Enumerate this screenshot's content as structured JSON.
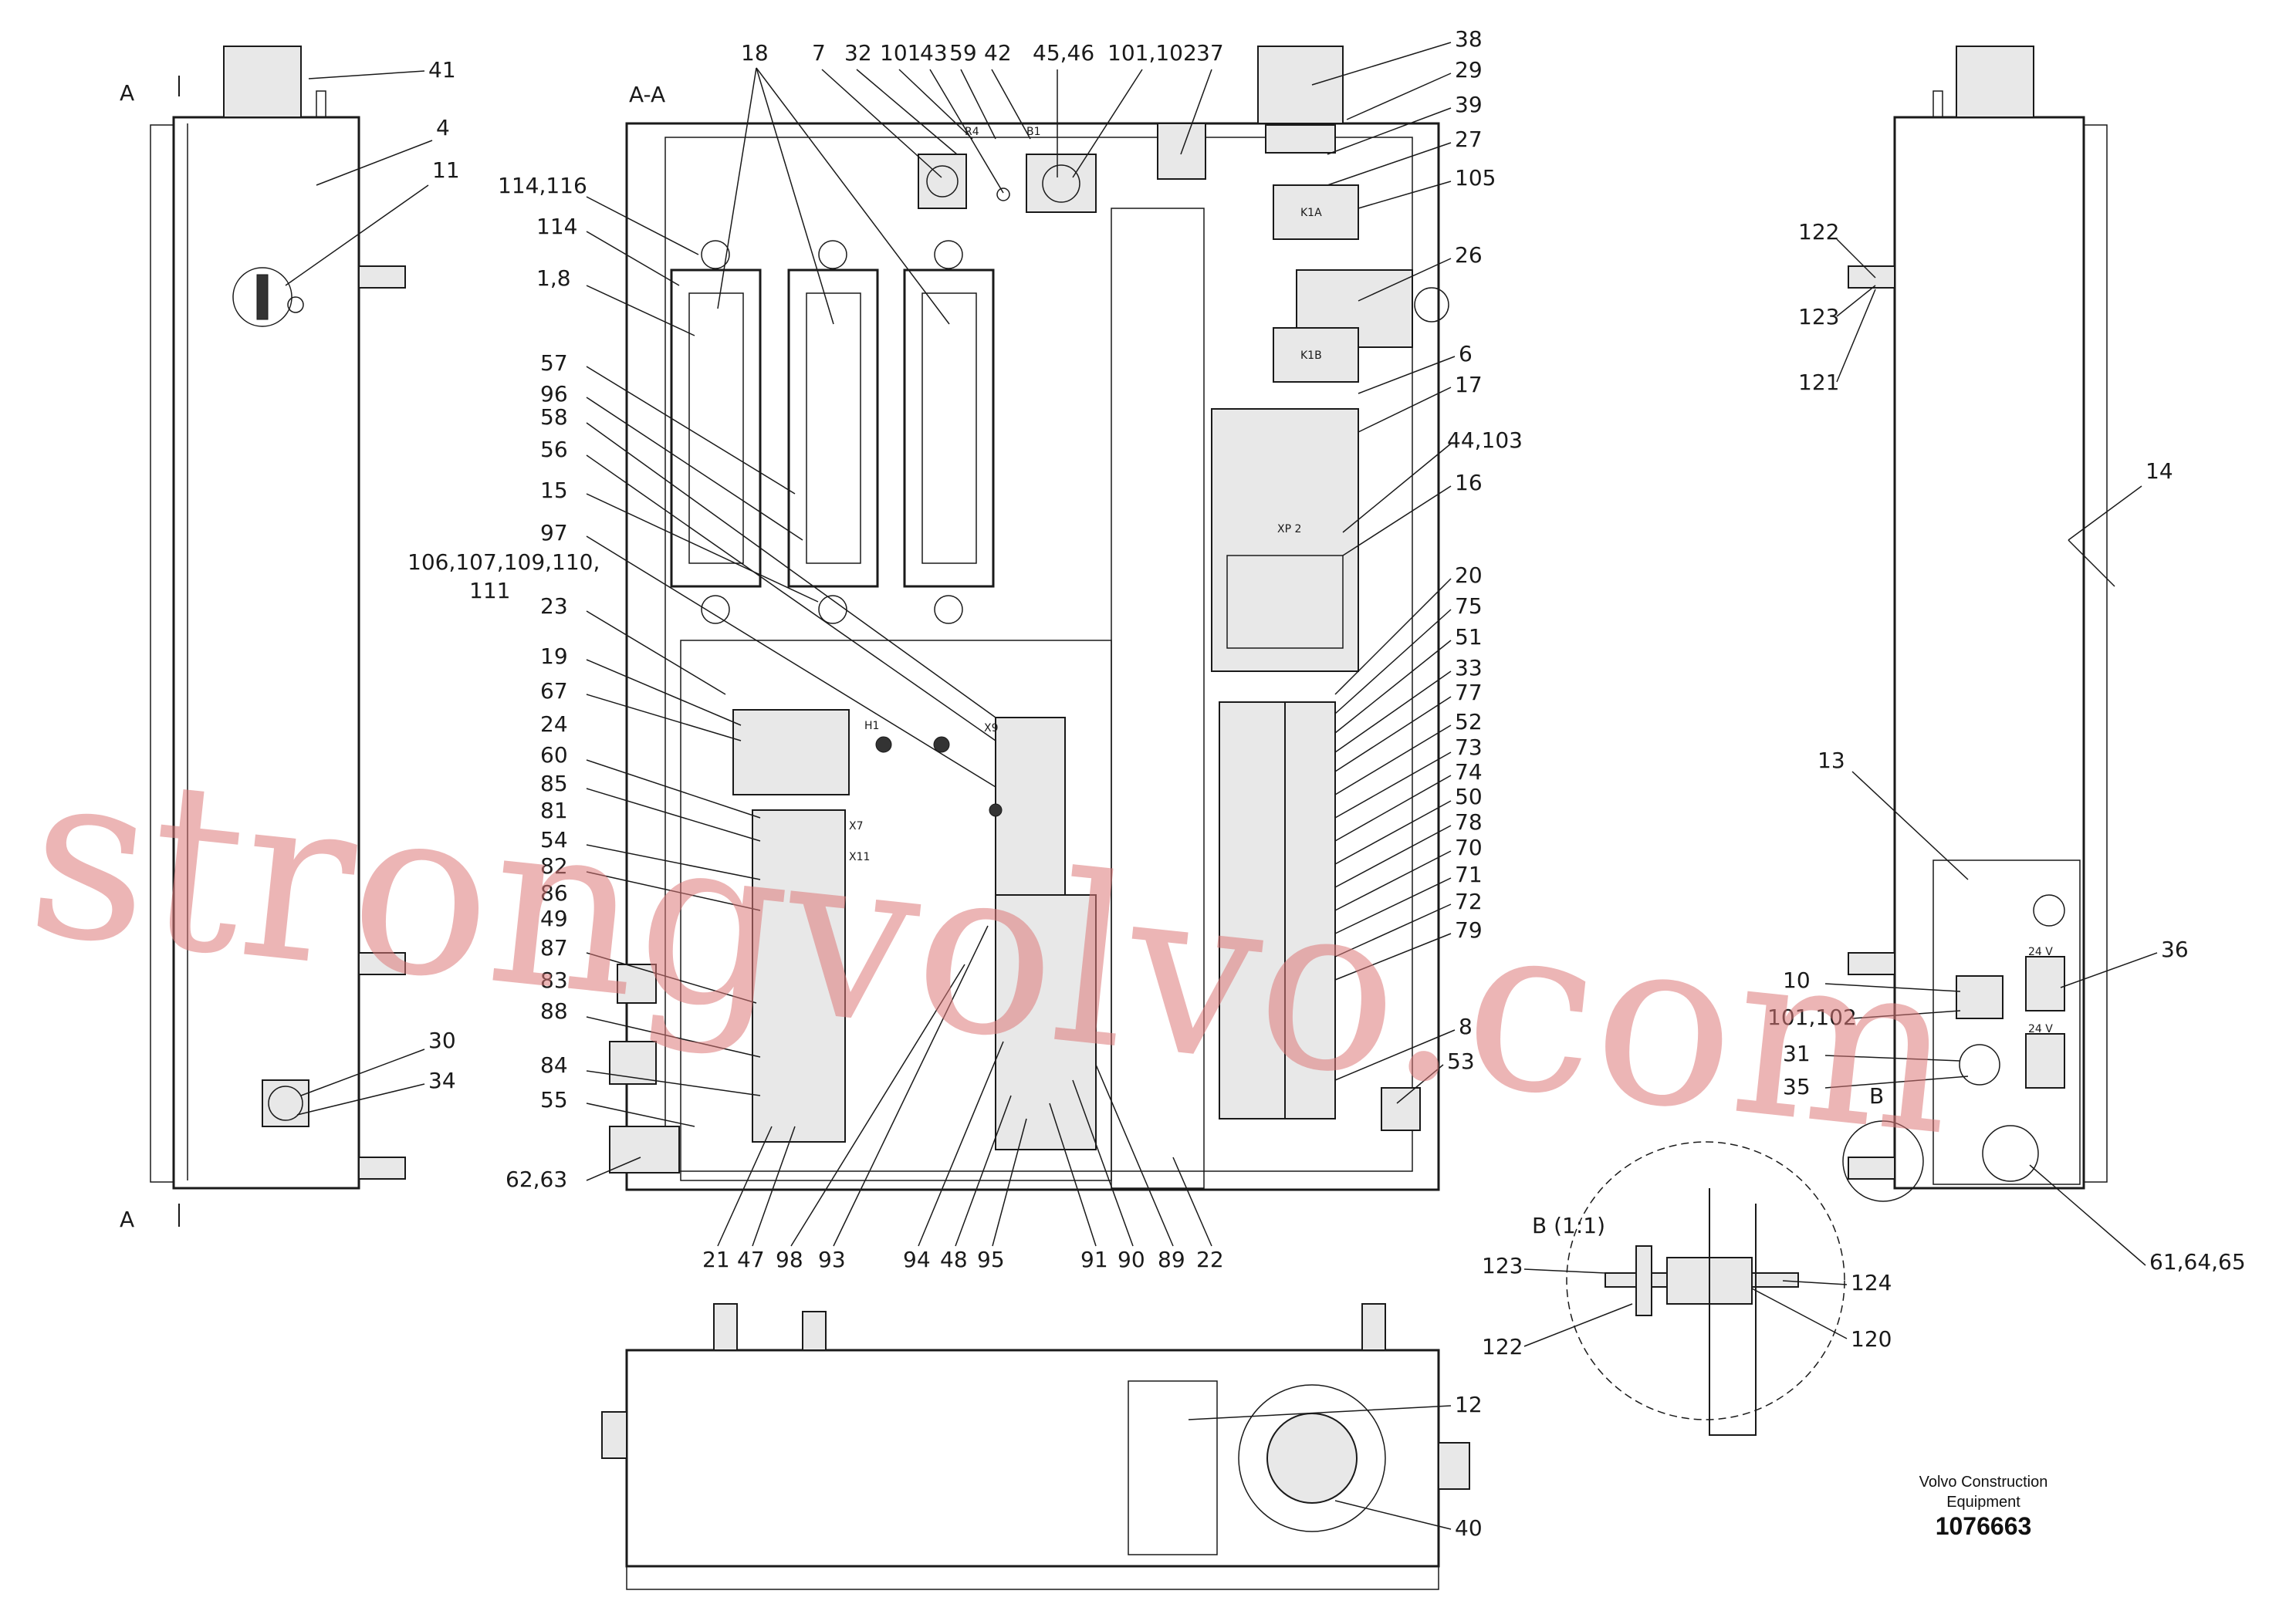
{
  "watermark": "strongvolvo.com",
  "footer": {
    "brand_line1": "Volvo Construction",
    "brand_line2": "Equipment",
    "part_number": "1076663"
  },
  "view_labels": {
    "section_a_top": "A",
    "section_a_bottom": "A",
    "section_aa": "A-A",
    "detail_b": "B",
    "detail_b_scale": "B (1:1)"
  },
  "callouts": {
    "left": [
      "41",
      "4",
      "11",
      "30",
      "34"
    ],
    "main_left": [
      "114,116",
      "114",
      "1,8",
      "57",
      "96",
      "58",
      "56",
      "15",
      "97",
      "106,107,109,110,",
      "111",
      "23",
      "19",
      "67",
      "24",
      "60",
      "85",
      "81",
      "54",
      "82",
      "86",
      "49",
      "87",
      "83",
      "88",
      "84",
      "55",
      "62,63"
    ],
    "main_top": [
      "18",
      "7",
      "32",
      "101",
      "43",
      "59",
      "42",
      "45,46",
      "101,102",
      "37"
    ],
    "main_right": [
      "38",
      "29",
      "39",
      "27",
      "105",
      "26",
      "6",
      "17",
      "44,103",
      "16",
      "20",
      "75",
      "51",
      "33",
      "77",
      "52",
      "73",
      "74",
      "50",
      "78",
      "70",
      "71",
      "72",
      "79",
      "8",
      "53"
    ],
    "main_bottom": [
      "21",
      "47",
      "98",
      "93",
      "94",
      "48",
      "95",
      "91",
      "90",
      "89",
      "22"
    ],
    "right": [
      "122",
      "123",
      "121",
      "14",
      "13",
      "10",
      "101,102",
      "36",
      "31",
      "35",
      "61,64,65"
    ],
    "bottom": [
      "12",
      "40"
    ],
    "detail": [
      "123",
      "122",
      "124",
      "120"
    ]
  },
  "panel_marks": {
    "k1a": "K1A",
    "k1b": "K1B",
    "xp2": "XP 2",
    "x7": "X7",
    "x11": "X11",
    "x9": "X9",
    "h1": "H1",
    "b1": "B1",
    "r4": "R4",
    "v24_a": "24 V",
    "v24_b": "24 V"
  }
}
